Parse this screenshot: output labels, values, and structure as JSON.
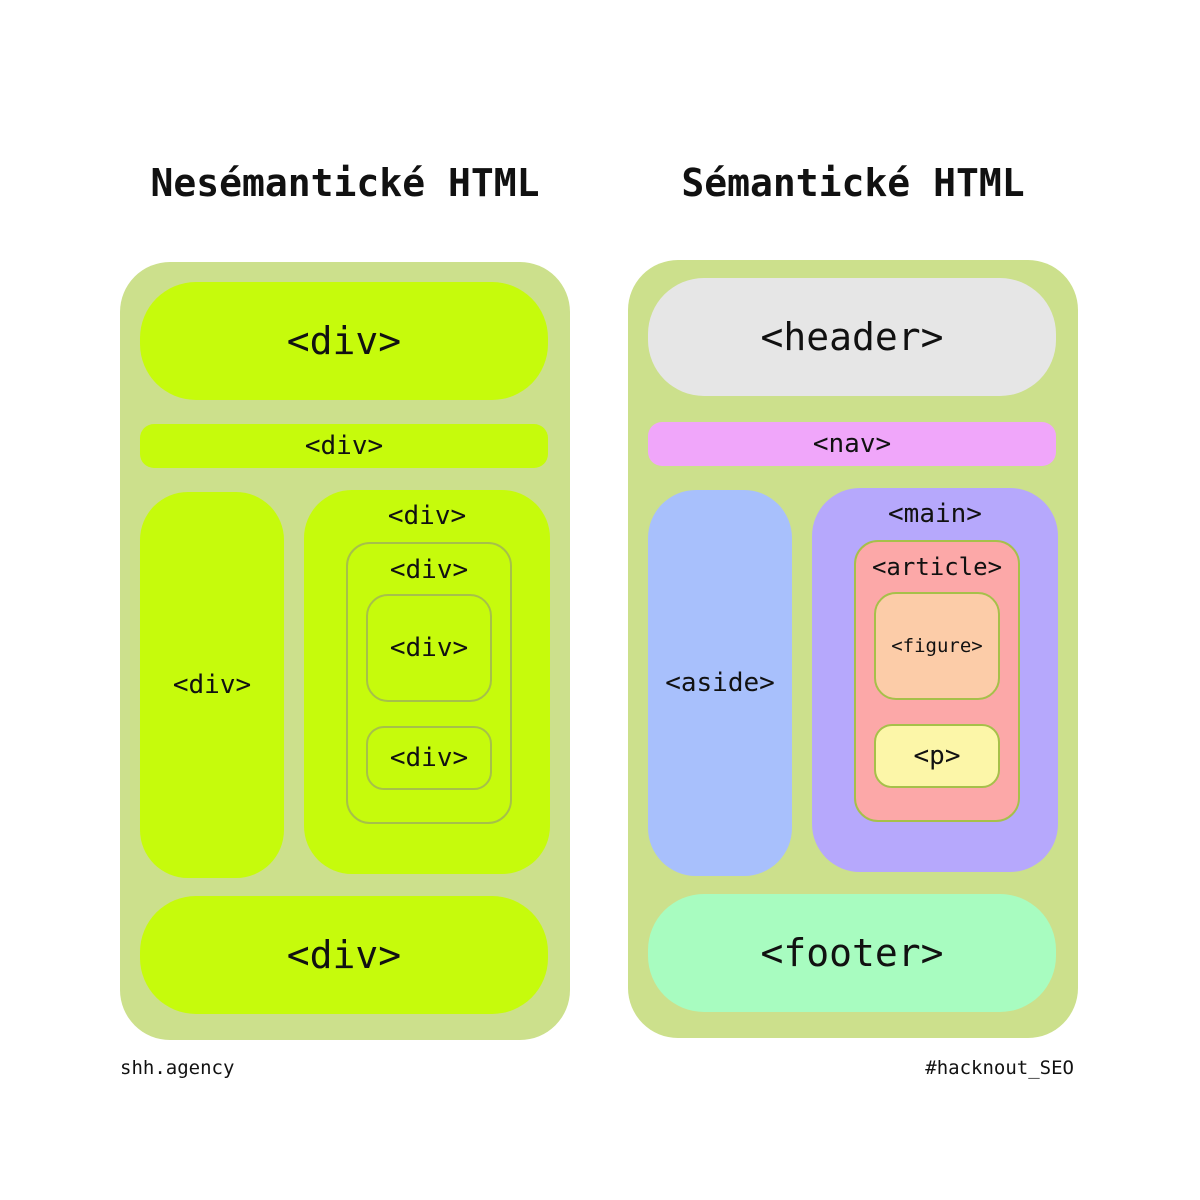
{
  "colors": {
    "background": "#ffffff",
    "panel": "#cce08c",
    "div_block": "#c6fb0c",
    "div_outline": "#a6c04a",
    "header": "#e6e6e6",
    "nav": "#f0a6fa",
    "aside": "#a8c0fc",
    "main": "#b6a8fc",
    "article": "#fca8a8",
    "figure": "#fccca8",
    "p": "#fcf6a8",
    "footer": "#a8fcc0"
  },
  "left": {
    "title": "Nesémantické HTML",
    "top_div": "<div>",
    "bar_div": "<div>",
    "side_div": "<div>",
    "content_div": "<div>",
    "inner_div": "<div>",
    "inner_block_div": "<div>",
    "inner_small_div": "<div>",
    "bottom_div": "<div>"
  },
  "right": {
    "title": "Sémantické HTML",
    "header": "<header>",
    "nav": "<nav>",
    "aside": "<aside>",
    "main": "<main>",
    "article": "<article>",
    "figure": "<figure>",
    "p": "<p>",
    "footer": "<footer>"
  },
  "credits": {
    "left": "shh.agency",
    "right": "#hacknout_SEO"
  }
}
